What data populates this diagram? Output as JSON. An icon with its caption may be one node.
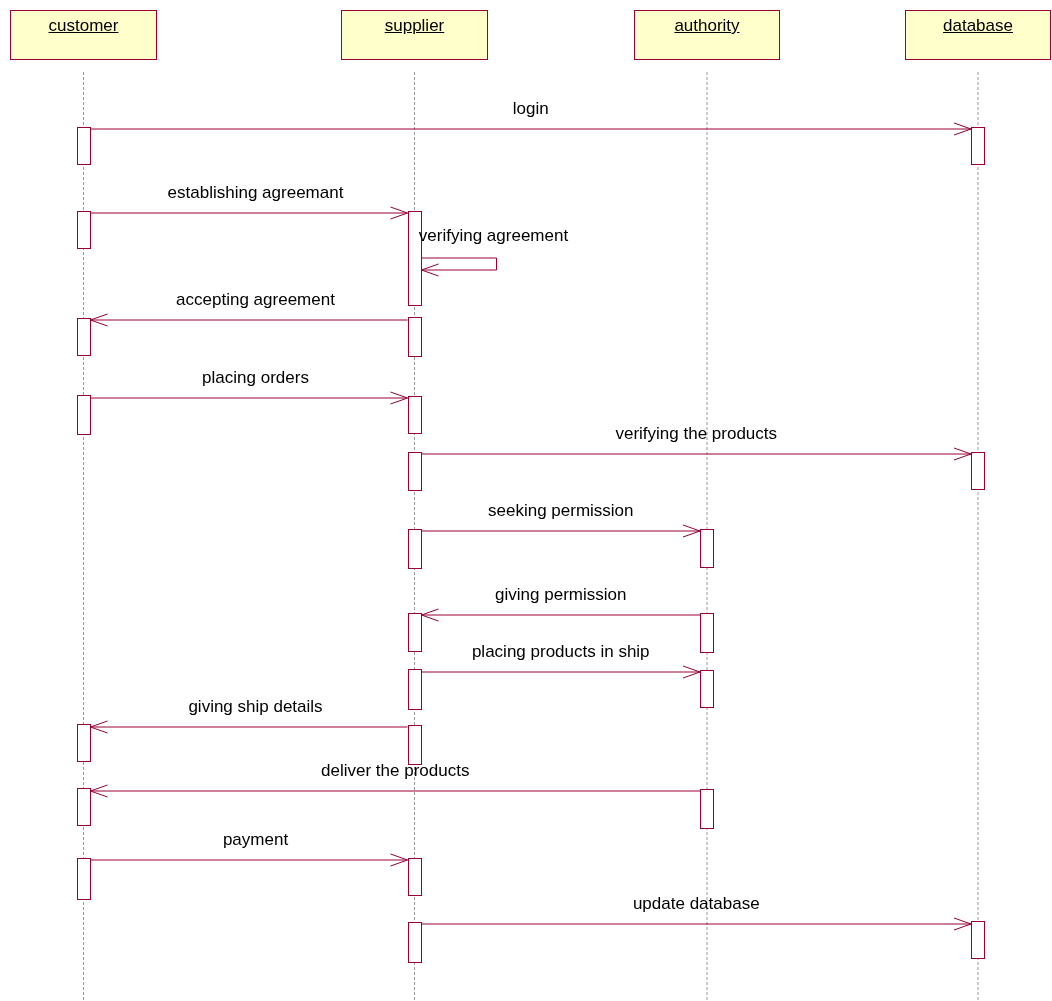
{
  "diagram": {
    "nodes": [
      {
        "text": [
          "customer"
        ]
      },
      {
        "text": [
          "supplier"
        ]
      },
      {
        "text": [
          "authority"
        ]
      },
      {
        "text": [
          "database"
        ]
      },
      {
        "text": [],
        "shape": "bar"
      },
      {
        "text": [],
        "shape": "bar"
      },
      {
        "text": [],
        "shape": "bar"
      },
      {
        "text": [],
        "shape": "bar"
      },
      {
        "text": [],
        "shape": "bar"
      },
      {
        "text": [],
        "shape": "bar"
      },
      {
        "text": [],
        "shape": "bar"
      },
      {
        "text": [],
        "shape": "bar"
      },
      {
        "text": [],
        "shape": "bar"
      },
      {
        "text": [],
        "shape": "bar"
      },
      {
        "text": [],
        "shape": "bar"
      },
      {
        "text": [],
        "shape": "bar"
      },
      {
        "text": [],
        "shape": "bar"
      },
      {
        "text": [],
        "shape": "bar"
      },
      {
        "text": [],
        "shape": "bar"
      },
      {
        "text": [],
        "shape": "bar"
      },
      {
        "text": [],
        "shape": "bar"
      },
      {
        "text": [],
        "shape": "bar"
      },
      {
        "text": [],
        "shape": "bar"
      },
      {
        "text": [],
        "shape": "bar"
      },
      {
        "text": [],
        "shape": "bar"
      },
      {
        "text": [],
        "shape": "bar"
      },
      {
        "text": [],
        "shape": "bar"
      },
      {
        "text": [],
        "shape": "bar"
      }
    ],
    "edges": [
      {
        "from": 4,
        "to": 25,
        "arrow": "to",
        "label": "login"
      },
      {
        "from": 5,
        "to": 11,
        "arrow": "to",
        "label": "establishing agreemant"
      },
      {
        "from": 11,
        "to": 11,
        "arrow": "to",
        "label": "verifying agreement"
      },
      {
        "from": 12,
        "to": 6,
        "arrow": "to",
        "label": "accepting agreement"
      },
      {
        "from": 7,
        "to": 13,
        "arrow": "to",
        "label": "placing orders"
      },
      {
        "from": 14,
        "to": 26,
        "arrow": "to",
        "label": "verifying the products"
      },
      {
        "from": 15,
        "to": 21,
        "arrow": "to",
        "label": "seeking permission"
      },
      {
        "from": 22,
        "to": 16,
        "arrow": "to",
        "label": "giving permission"
      },
      {
        "from": 17,
        "to": 23,
        "arrow": "to",
        "label": "placing products in ship"
      },
      {
        "from": 18,
        "to": 8,
        "arrow": "to",
        "label": "giving ship details"
      },
      {
        "from": 24,
        "to": 9,
        "arrow": "to",
        "label": "deliver the products"
      },
      {
        "from": 10,
        "to": 19,
        "arrow": "to",
        "label": "payment"
      },
      {
        "from": 20,
        "to": 27,
        "arrow": "to",
        "label": "update database"
      }
    ]
  }
}
